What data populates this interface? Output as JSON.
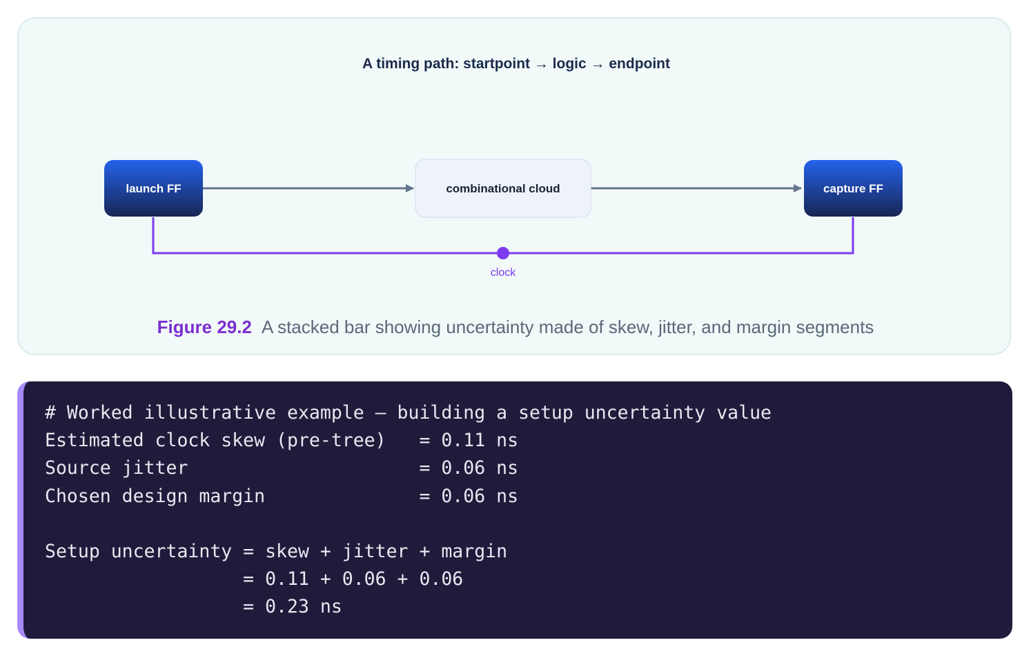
{
  "figure": {
    "title": "A timing path: startpoint → logic → endpoint",
    "nodes": {
      "launch": "launch FF",
      "logic": "combinational cloud",
      "capture": "capture FF"
    },
    "clock_label": "clock",
    "caption_number": "Figure 29.2",
    "caption_text": "A stacked bar showing uncertainty made of skew, jitter, and margin segments"
  },
  "code": {
    "lines": [
      "# Worked illustrative example — building a setup uncertainty value",
      "Estimated clock skew (pre-tree)   = 0.11 ns",
      "Source jitter                     = 0.06 ns",
      "Chosen design margin              = 0.06 ns",
      "",
      "Setup uncertainty = skew + jitter + margin",
      "                  = 0.11 + 0.06 + 0.06",
      "                  = 0.23 ns"
    ]
  },
  "colors": {
    "ff_gradient_top": "#2563eb",
    "ff_gradient_bottom": "#172554",
    "clock": "#7c3aed",
    "arrow": "#64748b",
    "code_bg": "#1f1b3b",
    "code_accent": "#a78bfa"
  }
}
